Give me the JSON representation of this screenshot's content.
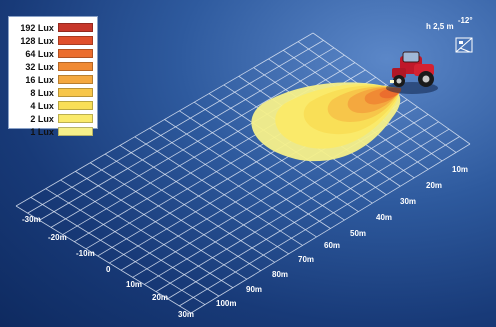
{
  "legend": {
    "items": [
      {
        "label": "192 Lux",
        "color": "#c7372a"
      },
      {
        "label": "128 Lux",
        "color": "#e04f2b"
      },
      {
        "label": "64 Lux",
        "color": "#eb6d2e"
      },
      {
        "label": "32 Lux",
        "color": "#f08a34"
      },
      {
        "label": "16 Lux",
        "color": "#f4a83f"
      },
      {
        "label": "8 Lux",
        "color": "#f7c64a"
      },
      {
        "label": "4 Lux",
        "color": "#f9df57"
      },
      {
        "label": "2 Lux",
        "color": "#faea6a"
      },
      {
        "label": "1 Lux",
        "color": "#f6f08a"
      }
    ]
  },
  "mount": {
    "height_label": "h 2,5 m",
    "angle_label": "-12°"
  },
  "axis_lateral": {
    "labels": [
      "-30m",
      "-20m",
      "-10m",
      "0",
      "10m",
      "20m",
      "30m"
    ]
  },
  "axis_forward": {
    "labels": [
      "10m",
      "20m",
      "30m",
      "40m",
      "50m",
      "60m",
      "70m",
      "80m",
      "90m",
      "100m"
    ]
  },
  "colors": {
    "background": "#1f4584",
    "grid": "#dfe8f6",
    "tractor_body": "#c0182a"
  },
  "icons": [
    "tractor-icon",
    "lamp-angle-icon"
  ]
}
